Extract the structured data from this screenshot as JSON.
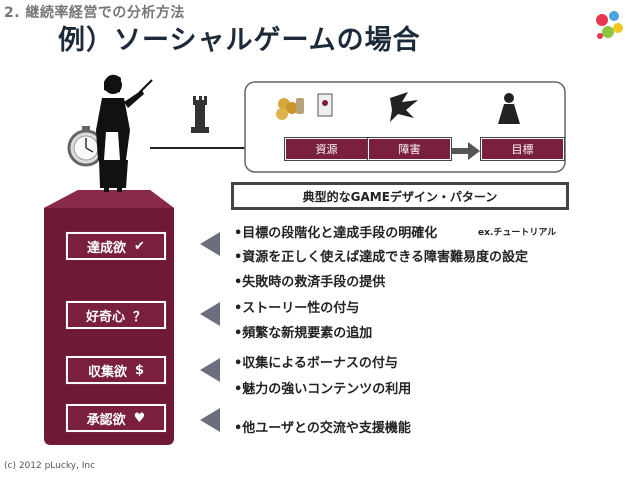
{
  "header": {
    "section_title": "2. 継続率経営での分析方法",
    "main_title": "例）ソーシャルゲームの場合"
  },
  "flow": {
    "boxes": [
      "資源",
      "障害",
      "目標"
    ]
  },
  "banner": {
    "label": "典型的なGAMEデザイン・パターン"
  },
  "motives": [
    {
      "label": "達成欲",
      "symbol": "✔"
    },
    {
      "label": "好奇心",
      "symbol": "？"
    },
    {
      "label": "収集欲",
      "symbol": "$"
    },
    {
      "label": "承認欲",
      "symbol": "♥"
    }
  ],
  "bullets": [
    "•目標の段階化と達成手段の明確化",
    "•資源を正しく使えば達成できる障害難易度の設定",
    "•失敗時の救済手段の提供",
    "•ストーリー性の付与",
    "•頻繁な新規要素の追加",
    "•収集によるボーナスの付与",
    "•魅力の強いコンテンツの利用",
    "•他ユーザとの交流や支援機能"
  ],
  "bullet_note": "ex.チュートリアル",
  "footer": {
    "copyright": "(c) 2012 pLucky, Inc"
  },
  "colors": {
    "accent": "#7a1f3d",
    "title": "#1d2a3a",
    "frame": "#444444"
  }
}
